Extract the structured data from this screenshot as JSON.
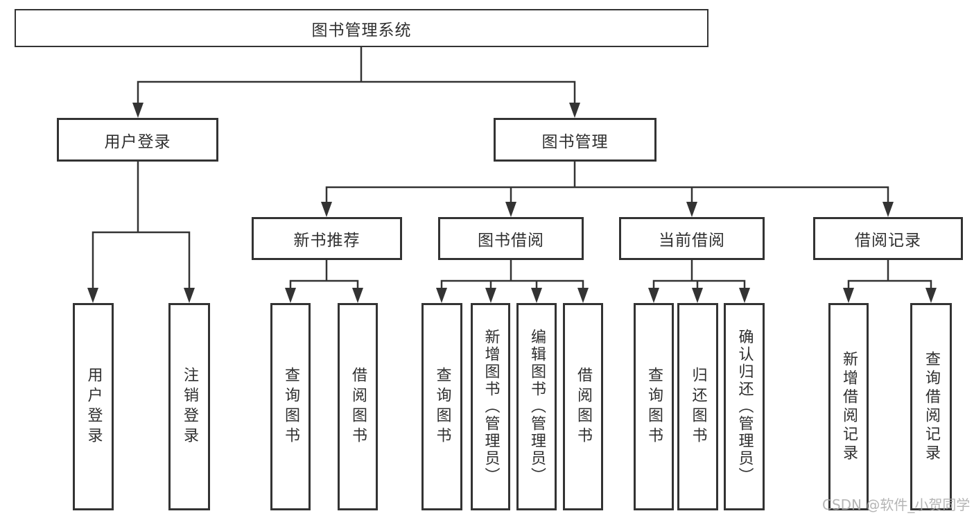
{
  "diagram": {
    "root": {
      "label": "图书管理系统"
    },
    "user_login": {
      "label": "用户登录",
      "children": {
        "login": {
          "label": "用户登录"
        },
        "logout": {
          "label": "注销登录"
        }
      }
    },
    "book_management": {
      "label": "图书管理",
      "children": {
        "new_book_recommend": {
          "label": "新书推荐",
          "children": {
            "query_books": {
              "label": "查询图书"
            },
            "borrow_books": {
              "label": "借阅图书"
            }
          }
        },
        "book_borrow": {
          "label": "图书借阅",
          "children": {
            "query_books": {
              "label": "查询图书"
            },
            "add_books": {
              "label": "新增图书（管理员）"
            },
            "edit_books": {
              "label": "编辑图书（管理员）"
            },
            "borrow_books": {
              "label": "借阅图书"
            }
          }
        },
        "current_borrow": {
          "label": "当前借阅",
          "children": {
            "query_books": {
              "label": "查询图书"
            },
            "return_books": {
              "label": "归还图书"
            },
            "confirm_return": {
              "label": "确认归还（管理员）"
            }
          }
        },
        "borrow_records": {
          "label": "借阅记录",
          "children": {
            "add_record": {
              "label": "新增借阅记录"
            },
            "query_record": {
              "label": "查询借阅记录"
            }
          }
        }
      }
    }
  },
  "watermark": {
    "text": "CSDN @软件_小贺同学"
  },
  "colors": {
    "line": "#333333",
    "text": "#2f2f2f",
    "background": "#ffffff",
    "watermark": "#a9a9a9"
  }
}
